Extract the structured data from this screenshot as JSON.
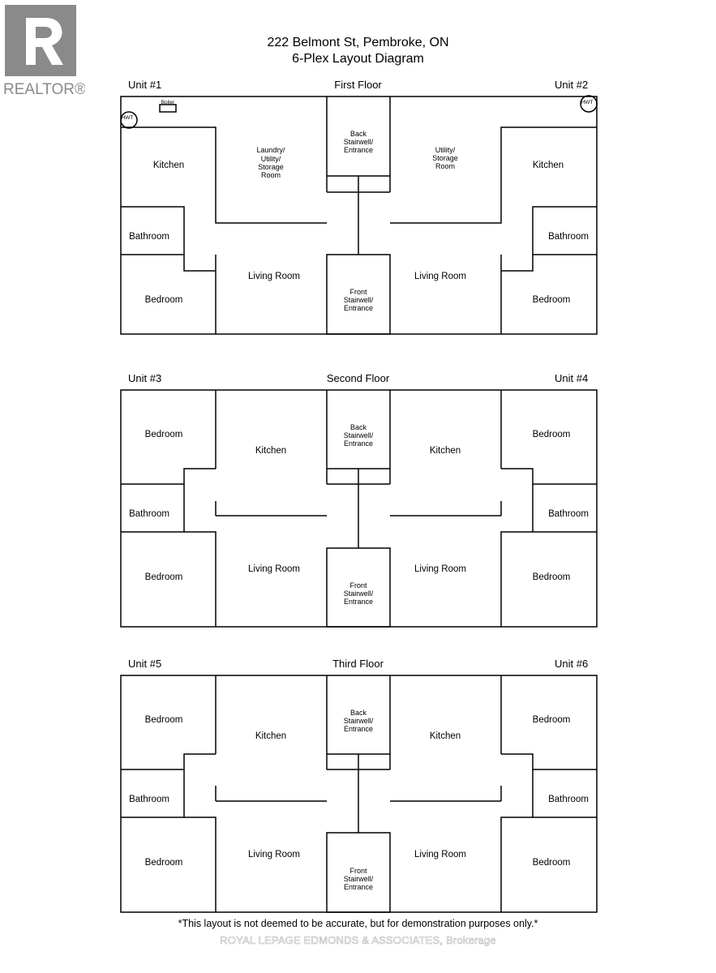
{
  "header": {
    "brand_text": "REALTOR®",
    "title_line1": "222 Belmont St, Pembroke, ON",
    "title_line2": "6-Plex Layout Diagram"
  },
  "floors": [
    {
      "name": "First Floor",
      "left_unit": "Unit #1",
      "right_unit": "Unit #2",
      "rooms": {
        "left_kitchen": "Kitchen",
        "left_bathroom": "Bathroom",
        "left_bedroom_bottom": "Bedroom",
        "left_living": "Living Room",
        "left_utility": [
          "Laundry/",
          "Utility/",
          "Storage",
          "Room"
        ],
        "right_utility": [
          "Utility/",
          "Storage",
          "Room"
        ],
        "right_kitchen": "Kitchen",
        "right_bathroom": "Bathroom",
        "right_bedroom_bottom": "Bedroom",
        "right_living": "Living Room",
        "back_stair": [
          "Back",
          "Stairwell/",
          "Entrance"
        ],
        "front_stair": [
          "Front",
          "Stairwell/",
          "Entrance"
        ],
        "boiler": "Boiler",
        "hwt_left": "HWT",
        "hwt_right": "HWT"
      }
    },
    {
      "name": "Second Floor",
      "left_unit": "Unit #3",
      "right_unit": "Unit #4",
      "rooms": {
        "left_bedroom_top": "Bedroom",
        "left_bathroom": "Bathroom",
        "left_bedroom_bottom": "Bedroom",
        "left_kitchen": "Kitchen",
        "left_living": "Living Room",
        "right_kitchen": "Kitchen",
        "right_living": "Living Room",
        "right_bedroom_top": "Bedroom",
        "right_bathroom": "Bathroom",
        "right_bedroom_bottom": "Bedroom",
        "back_stair": [
          "Back",
          "Stairwell/",
          "Entrance"
        ],
        "front_stair": [
          "Front",
          "Stairwell/",
          "Entrance"
        ]
      }
    },
    {
      "name": "Third Floor",
      "left_unit": "Unit #5",
      "right_unit": "Unit #6",
      "rooms": {
        "left_bedroom_top": "Bedroom",
        "left_bathroom": "Bathroom",
        "left_bedroom_bottom": "Bedroom",
        "left_kitchen": "Kitchen",
        "left_living": "Living Room",
        "right_kitchen": "Kitchen",
        "right_living": "Living Room",
        "right_bedroom_top": "Bedroom",
        "right_bathroom": "Bathroom",
        "right_bedroom_bottom": "Bedroom",
        "back_stair": [
          "Back",
          "Stairwell/",
          "Entrance"
        ],
        "front_stair": [
          "Front",
          "Stairwell/",
          "Entrance"
        ]
      }
    }
  ],
  "footer": {
    "disclaimer": "*This layout is not deemed to be accurate, but for demonstration purposes only.*",
    "watermark": "ROYAL LEPAGE EDMONDS & ASSOCIATES, Brokerage"
  },
  "colors": {
    "logo_grey": "#8a8a8a",
    "line": "#000000"
  }
}
